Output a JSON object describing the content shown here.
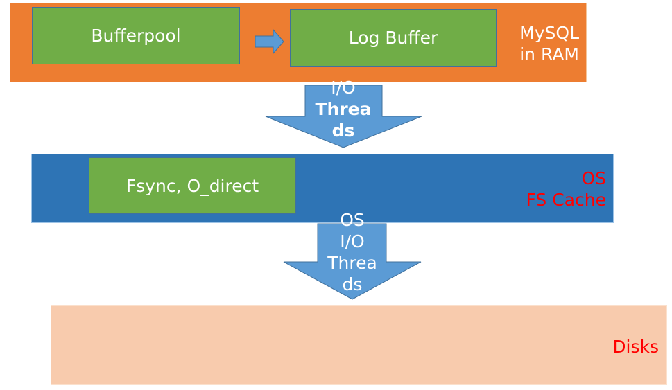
{
  "layers": {
    "ram": {
      "label_lines": [
        "MySQL",
        "in RAM"
      ],
      "color": "#ed7d31",
      "boxes": {
        "bufferpool": "Bufferpool",
        "log_buffer": "Log Buffer"
      }
    },
    "os": {
      "label_lines": [
        "OS",
        "FS Cache"
      ],
      "color": "#2e74b5",
      "boxes": {
        "fsync": "Fsync, O_direct"
      }
    },
    "disks": {
      "label": "Disks",
      "color": "#f8cbad"
    }
  },
  "arrows": {
    "io_threads": {
      "lines": [
        "I/O",
        "Threa",
        "ds"
      ]
    },
    "os_io_threads": {
      "lines": [
        "OS",
        "I/O",
        "Threa",
        "ds"
      ]
    }
  },
  "colors": {
    "box_green": "#70ad47",
    "arrow_blue": "#5b9bd5",
    "label_red": "#ff0000"
  }
}
